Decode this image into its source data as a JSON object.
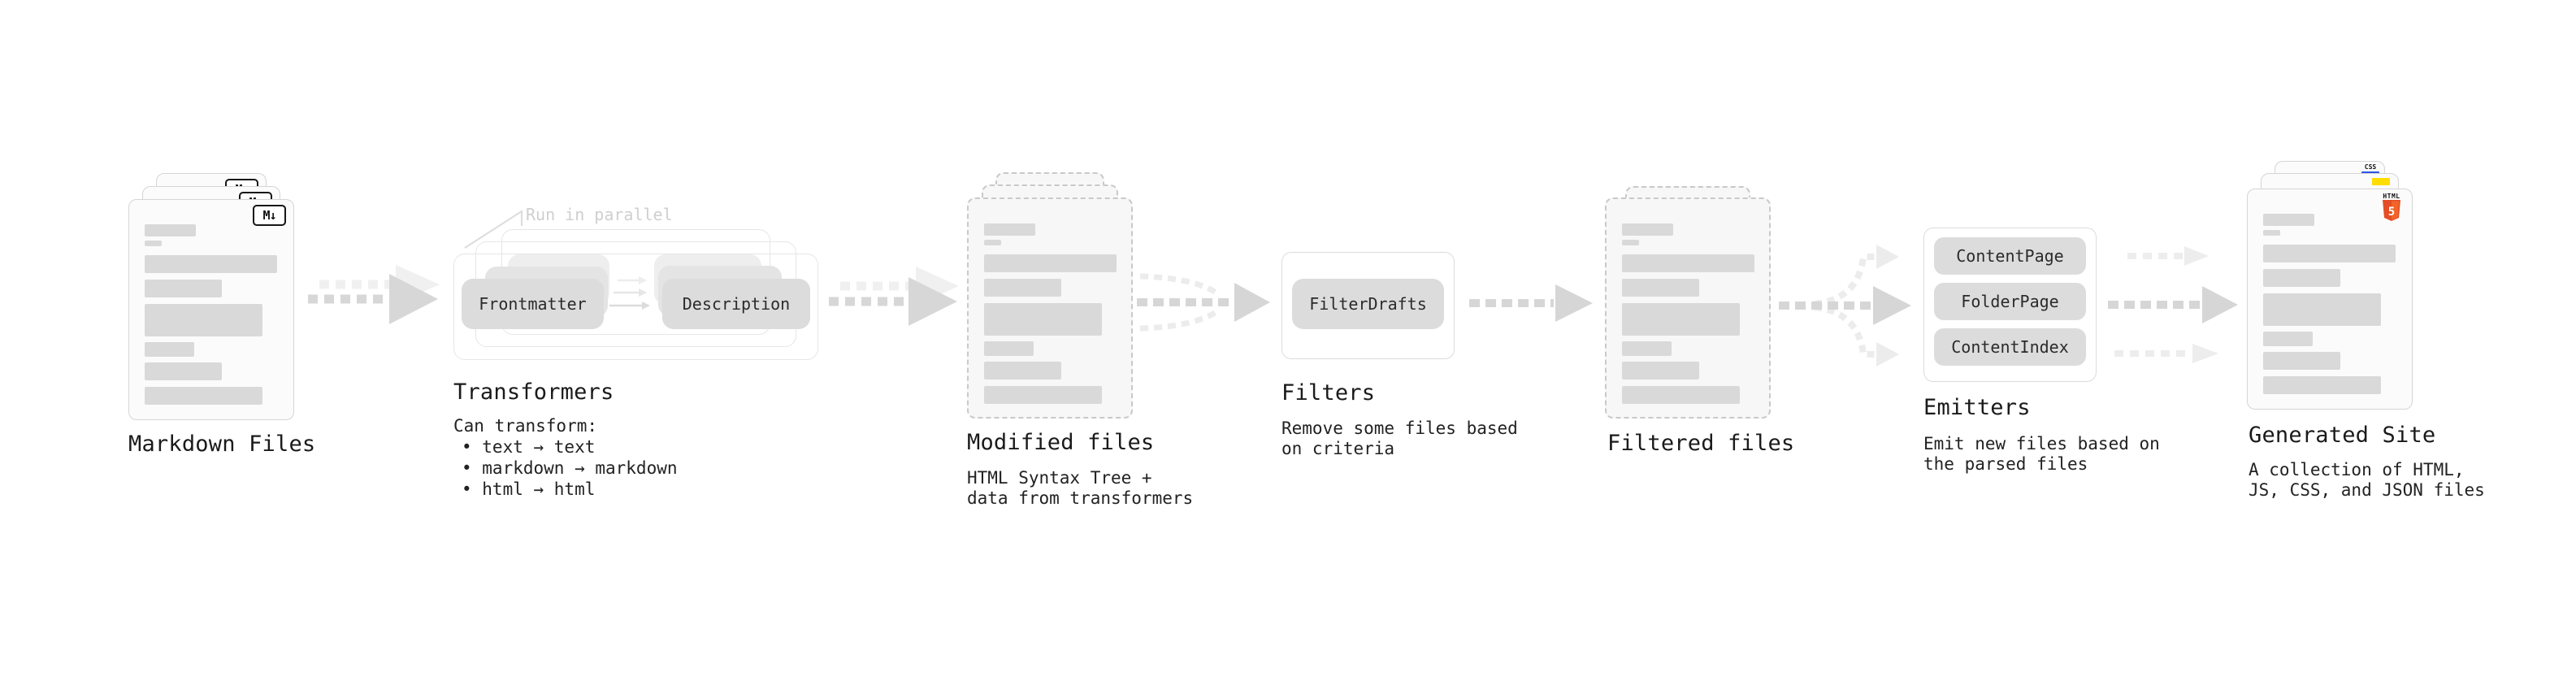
{
  "colors": {
    "heading_text": "#1a1a1a",
    "body_text": "#222222",
    "pill_fill": "#dcdcdc",
    "bar_fill": "#d9d9d9",
    "arrow_gray": "#d6d6d6",
    "arrow_light": "#ececec",
    "annotation_gray": "#cfcfcf",
    "html5_orange": "#e44d26",
    "html5_orange_light": "#f16529",
    "js_yellow": "#ffdd00",
    "css_blue": "#2d53e8"
  },
  "markdown": {
    "title": "Markdown Files",
    "icon_label": "M↓"
  },
  "transformers": {
    "title": "Transformers",
    "annotation": "Run in parallel",
    "pill_frontmatter": "Frontmatter",
    "pill_description": "Description",
    "note_heading": "Can transform:",
    "bullet_1": "• text → text",
    "bullet_2": "• markdown → markdown",
    "bullet_3": "• html → html"
  },
  "modified": {
    "title": "Modified files",
    "subtitle_1": "HTML Syntax Tree +",
    "subtitle_2": "data from transformers"
  },
  "filters": {
    "title": "Filters",
    "pill": "FilterDrafts",
    "subtitle_1": "Remove some files based",
    "subtitle_2": "on criteria"
  },
  "filtered": {
    "title": "Filtered files"
  },
  "emitters": {
    "title": "Emitters",
    "pill_1": "ContentPage",
    "pill_2": "FolderPage",
    "pill_3": "ContentIndex",
    "subtitle_1": "Emit new files based on",
    "subtitle_2": "the parsed files"
  },
  "generated": {
    "title": "Generated Site",
    "subtitle_1": "A collection of HTML,",
    "subtitle_2": "JS, CSS, and JSON files",
    "html5_label": "HTML",
    "html5_number": "5",
    "css_label": "CSS"
  }
}
